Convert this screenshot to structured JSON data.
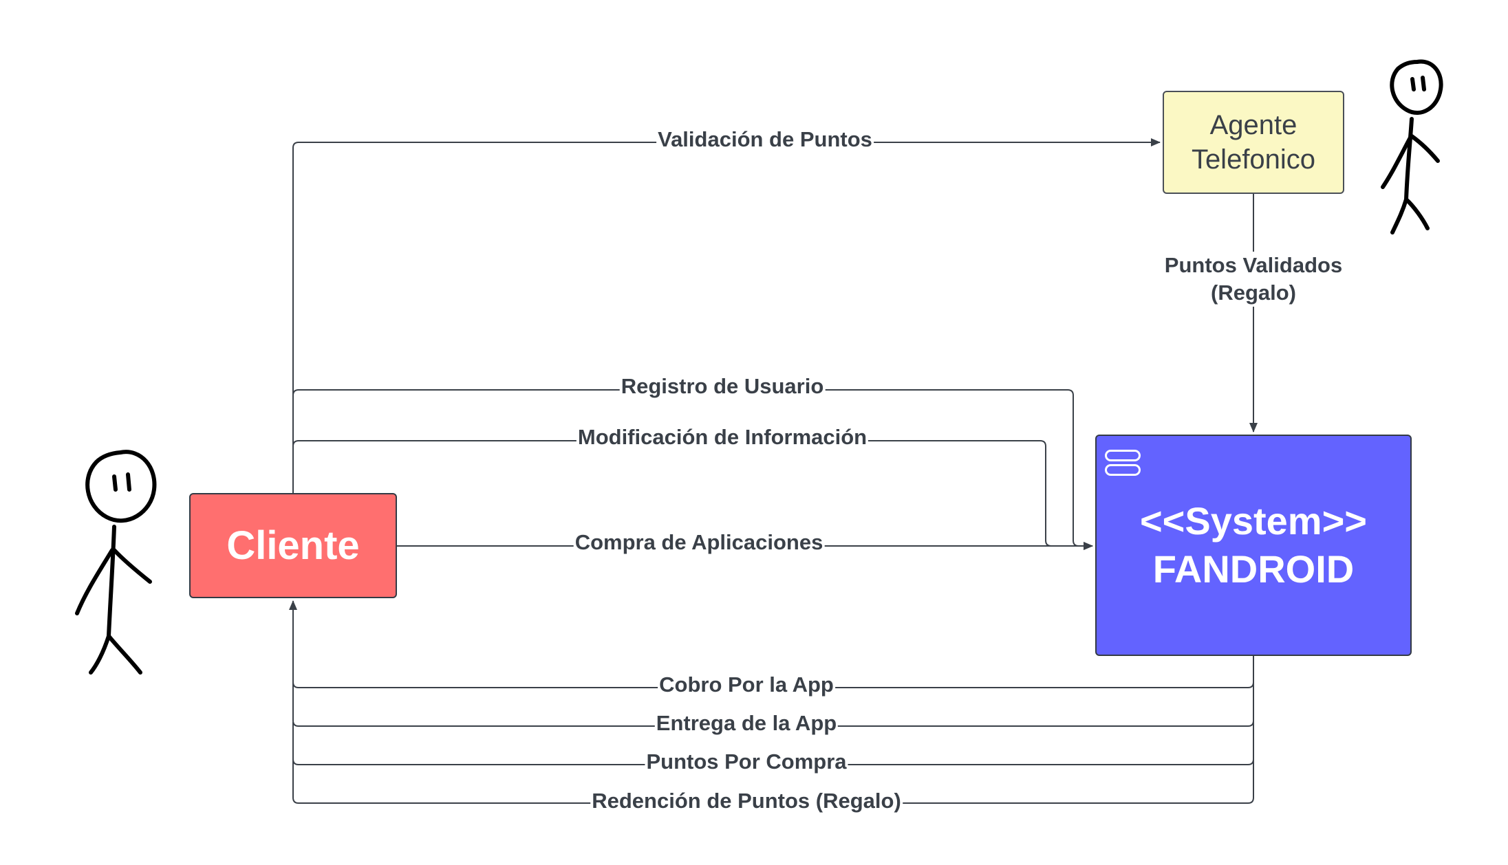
{
  "nodes": {
    "cliente": "Cliente",
    "agente_line1": "Agente",
    "agente_line2": "Telefonico",
    "system_line1": "<<System>>",
    "system_line2": "FANDROID"
  },
  "edges": {
    "validacion": "Validación de Puntos",
    "puntos_validados": "Puntos Validados (Regalo)",
    "registro": "Registro de Usuario",
    "modificacion": "Modificación de Información",
    "compra": "Compra de Aplicaciones",
    "cobro": "Cobro Por la App",
    "entrega": "Entrega de la App",
    "puntos_compra": "Puntos Por Compra",
    "redencion": "Redención de Puntos (Regalo)"
  },
  "colors": {
    "cliente_fill": "#ff6f6f",
    "agente_fill": "#fbf8c4",
    "system_fill": "#6363ff",
    "line": "#3a4048"
  },
  "actors": [
    "stick-figure-left",
    "stick-figure-right"
  ]
}
